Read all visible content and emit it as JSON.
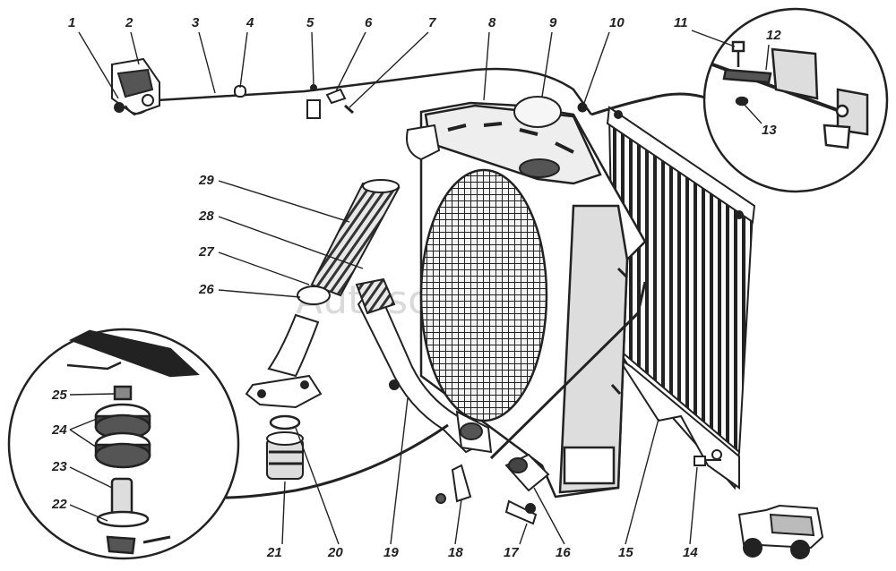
{
  "diagram": {
    "watermark": "Autosoft",
    "callouts": [
      {
        "n": "1"
      },
      {
        "n": "2"
      },
      {
        "n": "3"
      },
      {
        "n": "4"
      },
      {
        "n": "5"
      },
      {
        "n": "6"
      },
      {
        "n": "7"
      },
      {
        "n": "8"
      },
      {
        "n": "9"
      },
      {
        "n": "10"
      },
      {
        "n": "11"
      },
      {
        "n": "12"
      },
      {
        "n": "13"
      },
      {
        "n": "14"
      },
      {
        "n": "15"
      },
      {
        "n": "16"
      },
      {
        "n": "17"
      },
      {
        "n": "18"
      },
      {
        "n": "19"
      },
      {
        "n": "20"
      },
      {
        "n": "21"
      },
      {
        "n": "22"
      },
      {
        "n": "23"
      },
      {
        "n": "24"
      },
      {
        "n": "25"
      },
      {
        "n": "26"
      },
      {
        "n": "27"
      },
      {
        "n": "28"
      },
      {
        "n": "29"
      }
    ]
  }
}
